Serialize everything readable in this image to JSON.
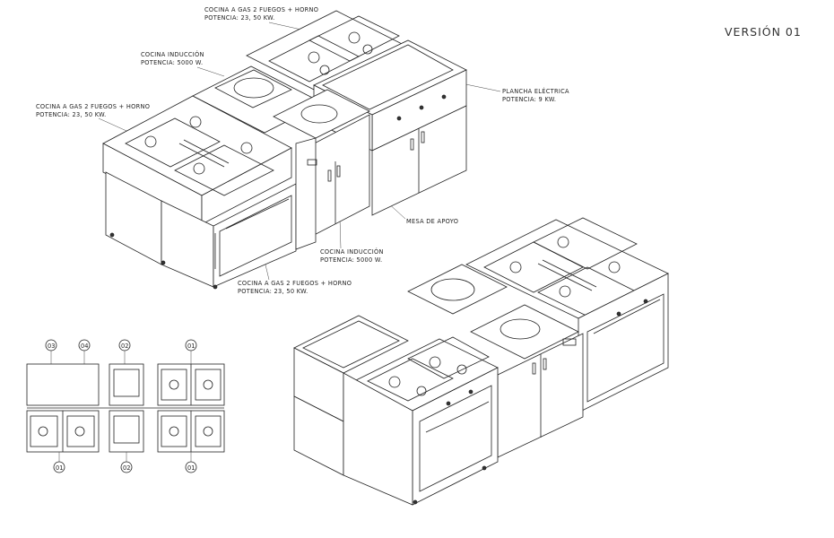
{
  "title": "VERSIÓN 01",
  "labels": {
    "top_gas": [
      "COCINA A GAS 2 FUEGOS + HORNO",
      "POTENCIA: 23, 50 KW."
    ],
    "top_induction": [
      "COCINA INDUCCIÓN",
      "POTENCIA: 5000 W."
    ],
    "left_gas": [
      "COCINA A GAS 2 FUEGOS + HORNO",
      "POTENCIA: 23, 50 KW."
    ],
    "griddle": [
      "PLANCHA ELÉCTRICA",
      "POTENCIA: 9 KW."
    ],
    "support_table": [
      "MESA DE APOYO"
    ],
    "mid_induction": [
      "COCINA INDUCCIÓN",
      "POTENCIA: 5000 W."
    ],
    "bottom_gas": [
      "COCINA A GAS 2 FUEGOS + HORNO",
      "POTENCIA: 23, 50 KW."
    ]
  },
  "plan_tags": {
    "top": [
      "03",
      "04",
      "02",
      "01"
    ],
    "bottom": [
      "01",
      "02",
      "01"
    ]
  }
}
